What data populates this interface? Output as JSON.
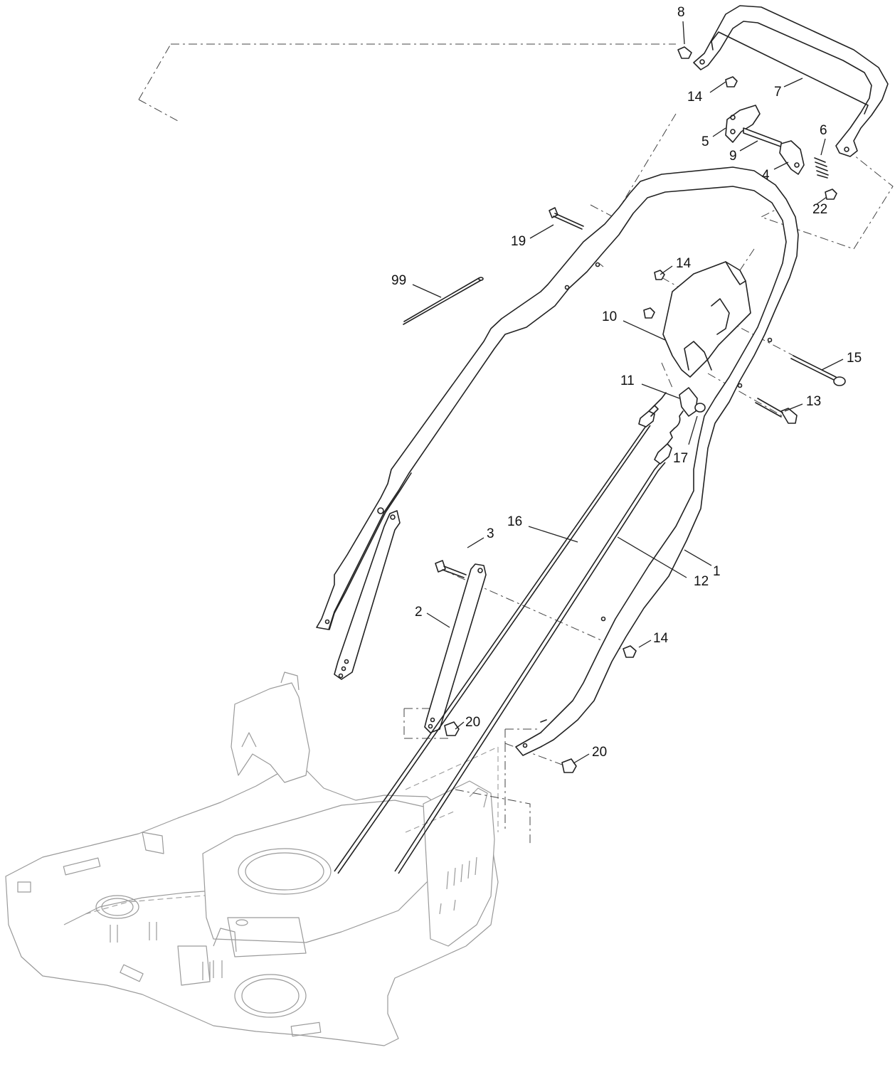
{
  "diagram": {
    "type": "exploded-parts-diagram",
    "callouts": [
      {
        "id": "c1",
        "label": "1"
      },
      {
        "id": "c2",
        "label": "2"
      },
      {
        "id": "c3",
        "label": "3"
      },
      {
        "id": "c4",
        "label": "4"
      },
      {
        "id": "c5",
        "label": "5"
      },
      {
        "id": "c6",
        "label": "6"
      },
      {
        "id": "c7",
        "label": "7"
      },
      {
        "id": "c8",
        "label": "8"
      },
      {
        "id": "c9",
        "label": "9"
      },
      {
        "id": "c10",
        "label": "10"
      },
      {
        "id": "c11",
        "label": "11"
      },
      {
        "id": "c12",
        "label": "12"
      },
      {
        "id": "c13",
        "label": "13"
      },
      {
        "id": "c14a",
        "label": "14"
      },
      {
        "id": "c14b",
        "label": "14"
      },
      {
        "id": "c14c",
        "label": "14"
      },
      {
        "id": "c15",
        "label": "15"
      },
      {
        "id": "c16",
        "label": "16"
      },
      {
        "id": "c17",
        "label": "17"
      },
      {
        "id": "c19",
        "label": "19"
      },
      {
        "id": "c20a",
        "label": "20"
      },
      {
        "id": "c20b",
        "label": "20"
      },
      {
        "id": "c22",
        "label": "22"
      },
      {
        "id": "c99",
        "label": "99"
      }
    ]
  }
}
